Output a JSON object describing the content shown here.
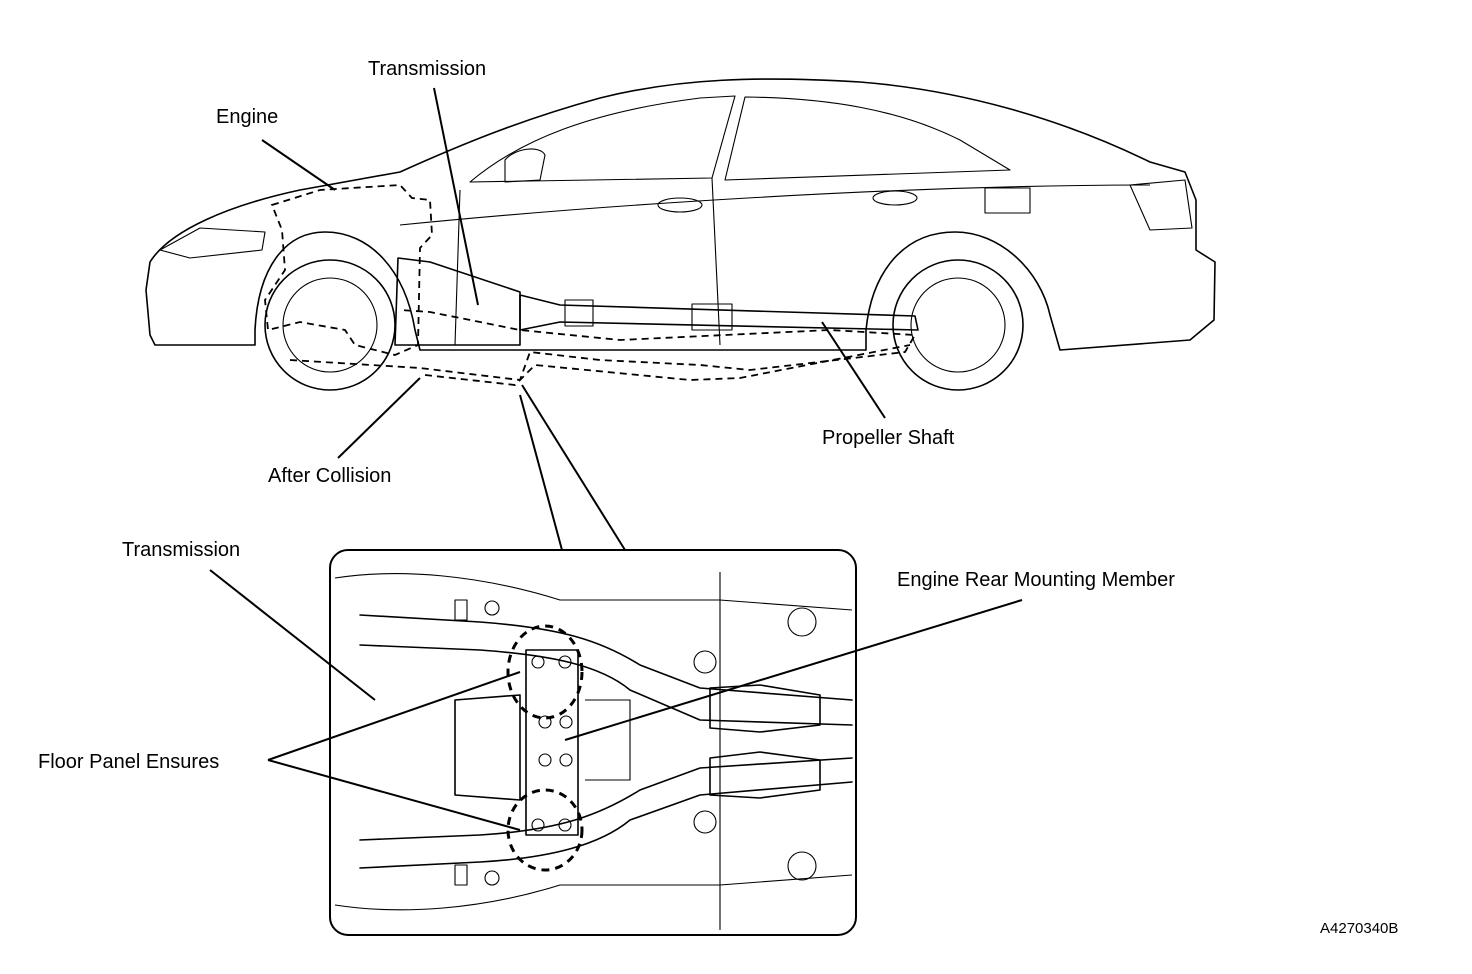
{
  "labels": {
    "transmission_top": "Transmission",
    "engine": "Engine",
    "propeller_shaft": "Propeller Shaft",
    "after_collision": "After Collision",
    "transmission_detail": "Transmission",
    "engine_rear_mounting_member": "Engine Rear Mounting Member",
    "floor_panel_ensures": "Floor Panel Ensures",
    "figure_code": "A4270340B"
  }
}
